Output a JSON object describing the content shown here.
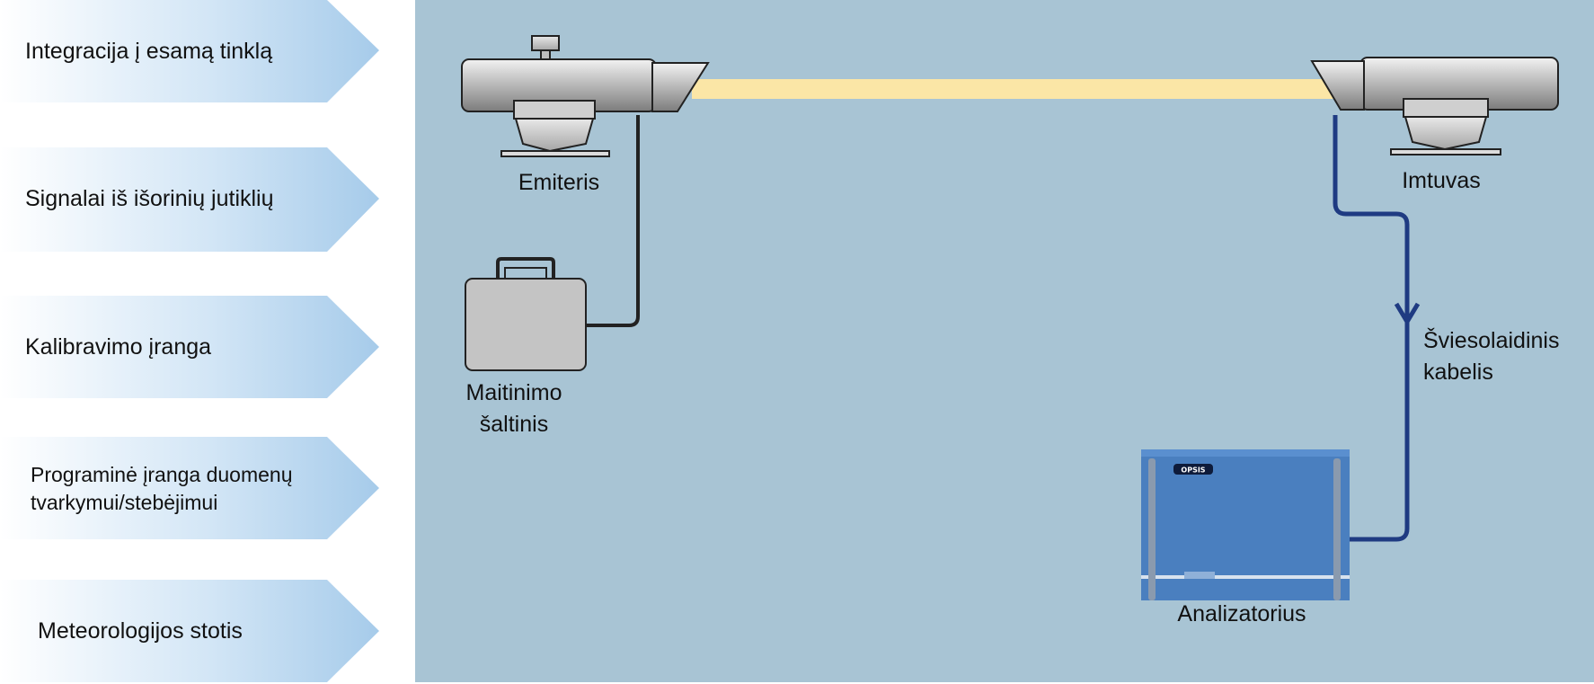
{
  "sidebar": {
    "items": [
      {
        "label": "Integracija į esamą tinklą"
      },
      {
        "label": "Signalai iš išorinių jutiklių"
      },
      {
        "label": "Kalibravimo įranga"
      },
      {
        "label": "Programinė įranga duomenų tvarkymui/stebėjimui"
      },
      {
        "label": "Meteorologijos stotis"
      }
    ]
  },
  "diagram": {
    "labels": {
      "emitter": "Emiteris",
      "receiver": "Imtuvas",
      "power_line1": "Maitinimo",
      "power_line2": "šaltinis",
      "cable_line1": "Šviesolaidinis",
      "cable_line2": "kabelis",
      "analyzer": "Analizatorius",
      "analyzer_logo": "OPSIS"
    }
  },
  "colors": {
    "background": "#a8c4d4",
    "arrow_gradient_start": "#ffffff",
    "arrow_gradient_end": "#a6cbea",
    "beam": "#fbe6a6",
    "fiber_cable": "#1f3b82",
    "power_cable": "#222222",
    "analyzer_body": "#4a7fbf"
  },
  "icons": [
    "emitter-icon",
    "receiver-icon",
    "power-supply-icon",
    "analyzer-icon"
  ]
}
